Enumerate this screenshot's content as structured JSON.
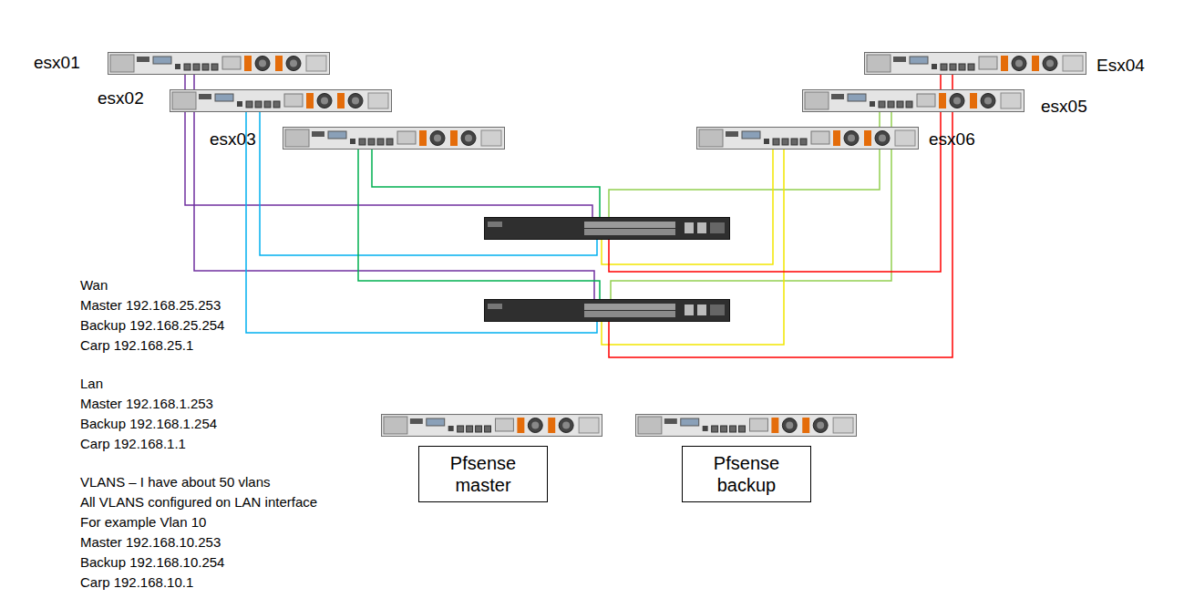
{
  "diagram": {
    "nodes": [
      {
        "text": [
          "esx01"
        ]
      },
      {
        "text": [
          "esx02"
        ]
      },
      {
        "text": [
          "esx03"
        ]
      },
      {
        "text": [
          "Esx04"
        ]
      },
      {
        "text": [
          "esx05"
        ]
      },
      {
        "text": [
          "esx06"
        ]
      },
      {
        "text": [
          "Pfsense master"
        ]
      },
      {
        "text": [
          "Pfsense backup"
        ]
      }
    ],
    "labels": [
      "Wan",
      "Master 192.168.25.253",
      "Backup 192.168.25.254",
      "Carp 192.168.25.1",
      "Lan",
      "Master 192.168.1.253",
      "Backup 192.168.1.254",
      "Carp 192.168.1.1",
      "VLANS – I have about 50 vlans",
      "All VLANS configured on LAN interface",
      "For example Vlan 10",
      "Master 192.168.10.253",
      "Backup 192.168.10.254",
      "Carp 192.168.10.1"
    ]
  }
}
